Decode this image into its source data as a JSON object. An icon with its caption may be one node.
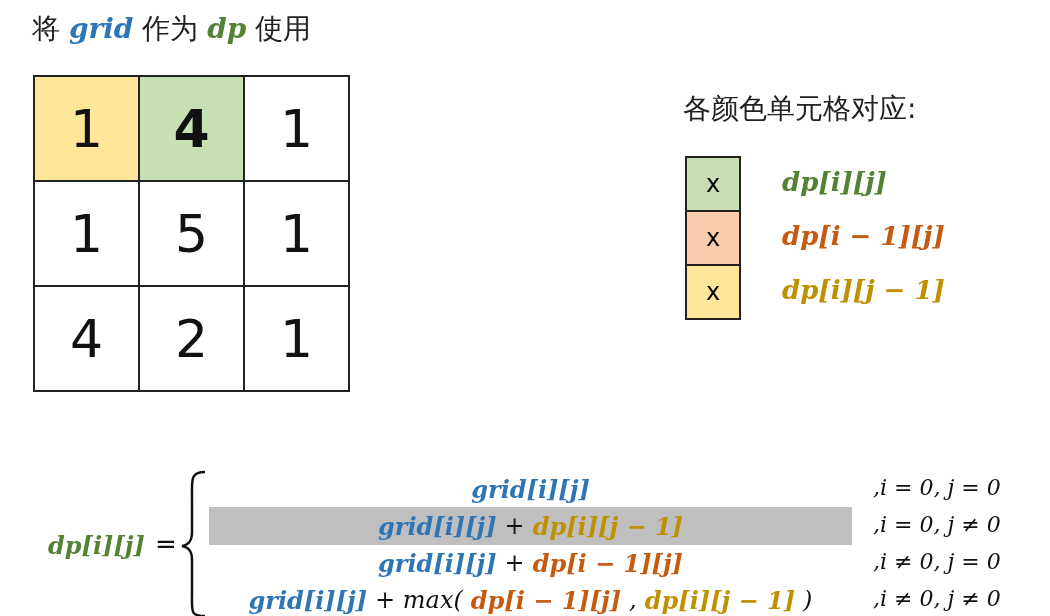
{
  "diagram": {
    "title": "将 **grid** 作为 **dp** 使用",
    "labels": [
      "各颜色单元格对应:",
      "1",
      "4",
      "1",
      "1",
      "5",
      "1",
      "4",
      "2",
      "1",
      "x",
      "x",
      "x",
      "dp[i][j]",
      "=",
      "grid[i][j]",
      ",i = 0, j = 0",
      "grid[i][j]",
      "+",
      "dp[i][j − 1]",
      ",i = 0, j ≠ 0",
      "grid[i][j]",
      "+",
      "dp[i − 1][j]",
      ",i ≠ 0, j = 0",
      "grid[i][j]",
      "+ max(",
      "dp[i − 1][j]",
      ",",
      "dp[i][j − 1]",
      ")",
      ",i ≠ 0, j ≠ 0"
    ],
    "legend": [
      {
        "text": "dp[i][j]",
        "color": "#c6e0b4"
      },
      {
        "text": "dp[i − 1][j]",
        "color": "#f8cbad"
      },
      {
        "text": "dp[i][j − 1]",
        "color": "#ffe699"
      }
    ]
  }
}
